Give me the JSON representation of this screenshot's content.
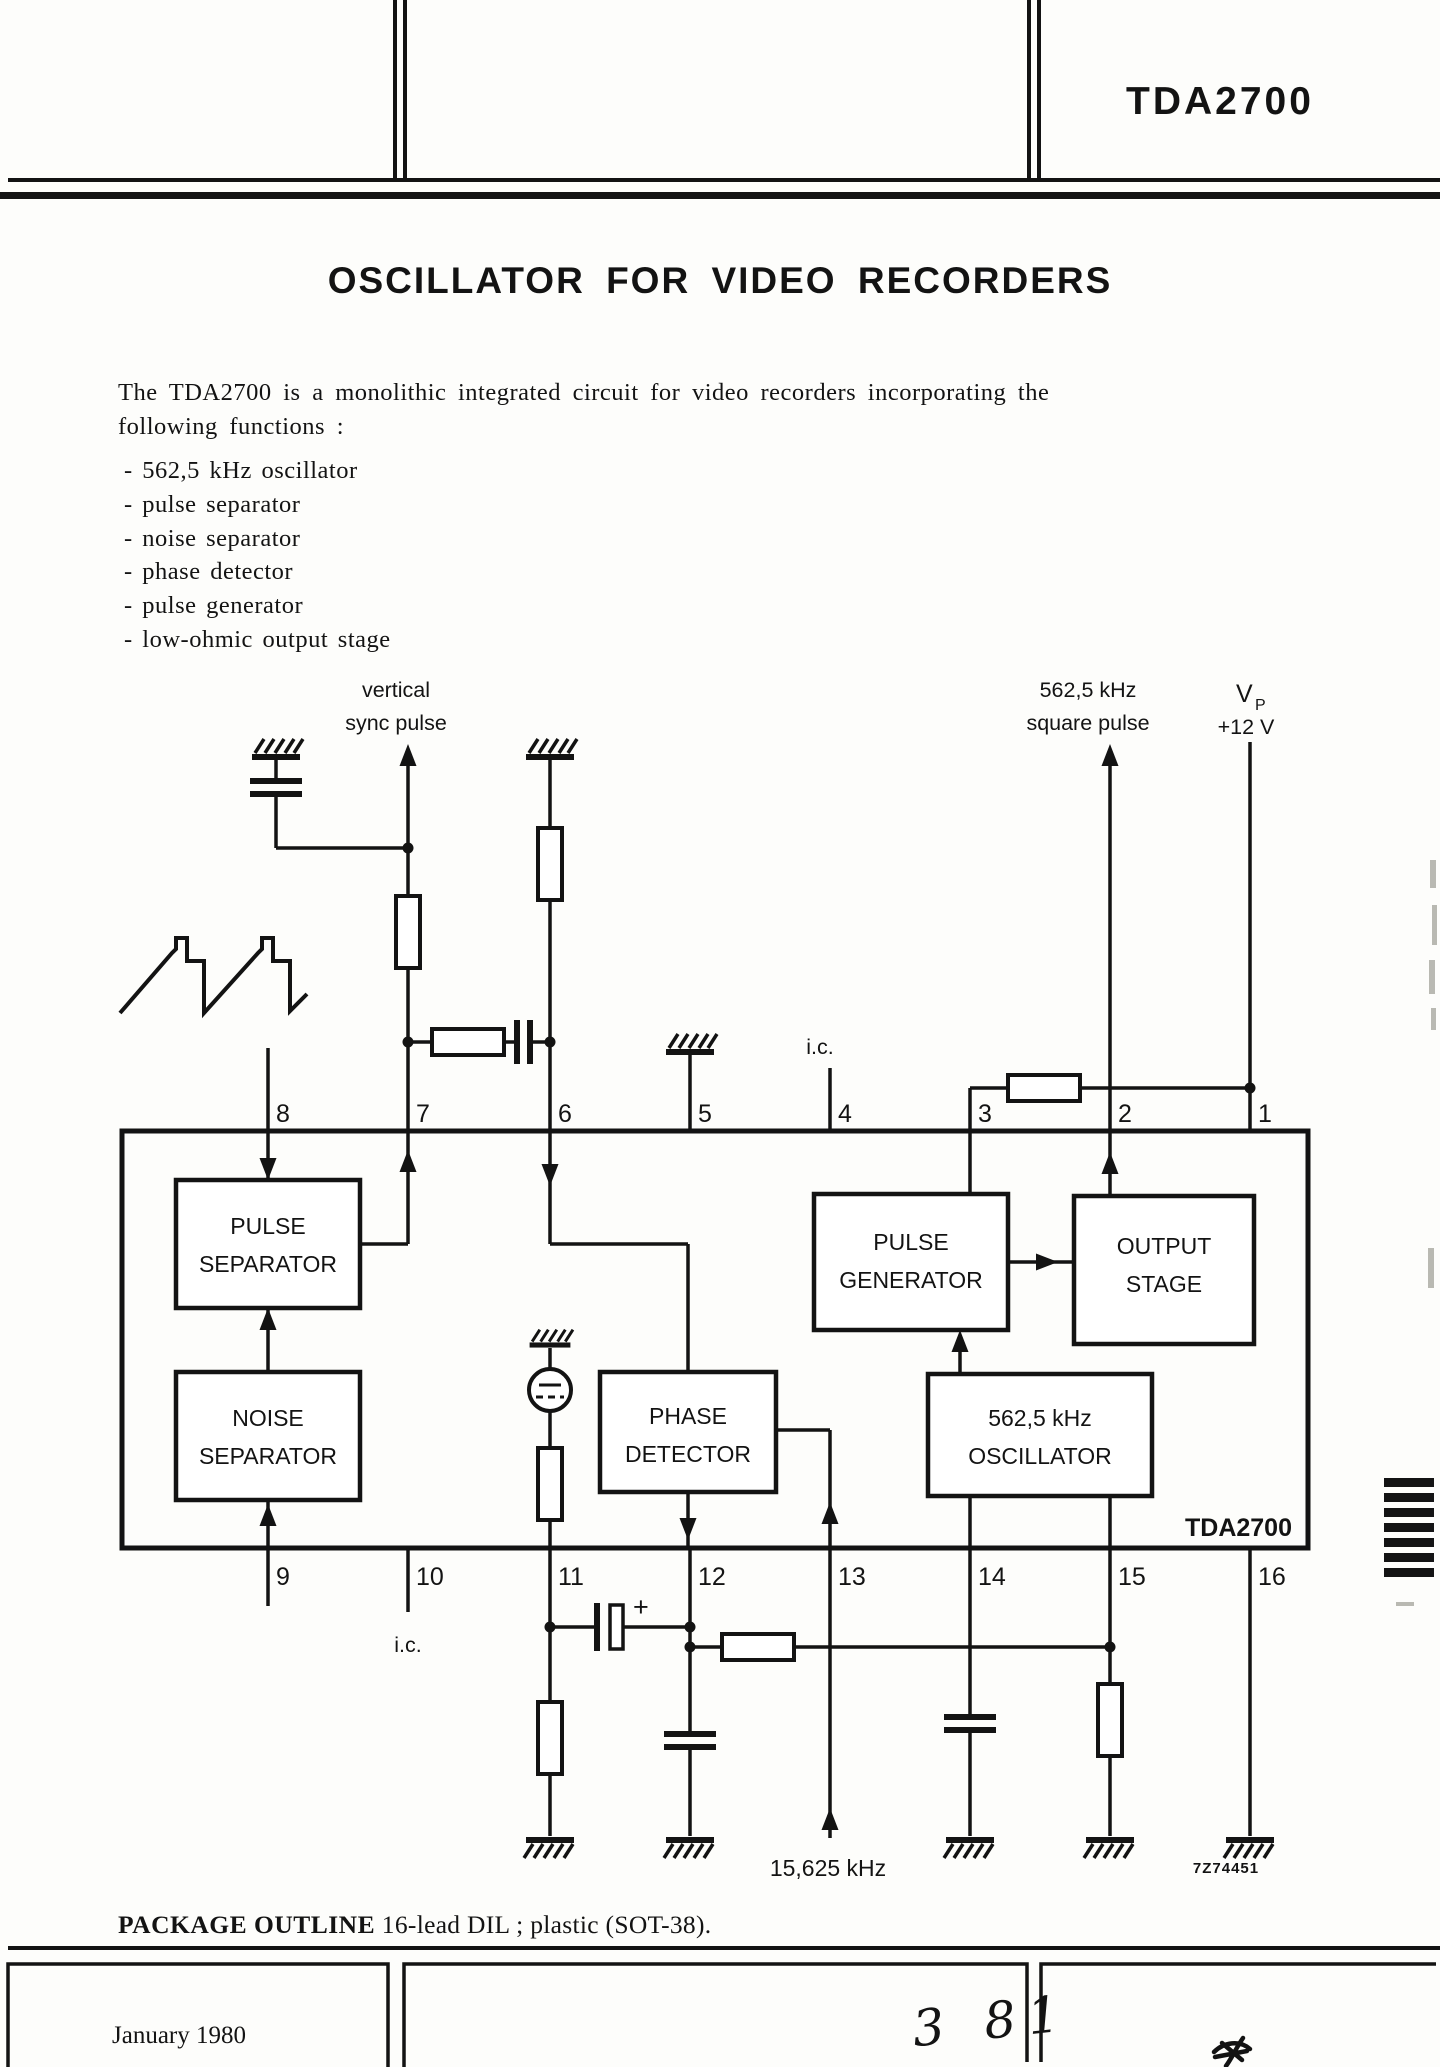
{
  "header": {
    "product": "TDA2700"
  },
  "title": "OSCILLATOR FOR VIDEO RECORDERS",
  "intro": {
    "line1": "The TDA2700 is a monolithic integrated circuit for video recorders incorporating the",
    "line2": "following functions :"
  },
  "features": [
    "- 562,5 kHz oscillator",
    "- pulse separator",
    "- noise separator",
    "- phase detector",
    "- pulse generator",
    "- low-ohmic output stage"
  ],
  "diagram": {
    "terminals": {
      "vertical_sync": {
        "line1": "vertical",
        "line2": "sync  pulse"
      },
      "square_pulse": {
        "line1": "562,5 kHz",
        "line2": "square pulse"
      },
      "supply": {
        "symbol": "V",
        "subscript": "P",
        "voltage": "+12 V"
      }
    },
    "pins_top": [
      "8",
      "7",
      "6",
      "5",
      "4",
      "3",
      "2",
      "1"
    ],
    "pins_bottom": [
      "9",
      "10",
      "11",
      "12",
      "13",
      "14",
      "15",
      "16"
    ],
    "ic_label": "TDA2700",
    "nc_top": "i.c.",
    "nc_bottom": "i.c.",
    "input_freq": "15,625 kHz",
    "figure_code": "7Z74451",
    "cap_polarity": "+",
    "blocks": {
      "pulse_separator": {
        "line1": "PULSE",
        "line2": "SEPARATOR"
      },
      "noise_separator": {
        "line1": "NOISE",
        "line2": "SEPARATOR"
      },
      "phase_detector": {
        "line1": "PHASE",
        "line2": "DETECTOR"
      },
      "pulse_generator": {
        "line1": "PULSE",
        "line2": "GENERATOR"
      },
      "output_stage": {
        "line1": "OUTPUT",
        "line2": "STAGE"
      },
      "oscillator": {
        "line1": "562,5 kHz",
        "line2": "OSCILLATOR"
      }
    }
  },
  "package": {
    "label": "PACKAGE OUTLINE",
    "text": "16-lead DIL ; plastic   (SOT-38)."
  },
  "footer": {
    "date": "January 1980",
    "handwritten": "3 81"
  }
}
